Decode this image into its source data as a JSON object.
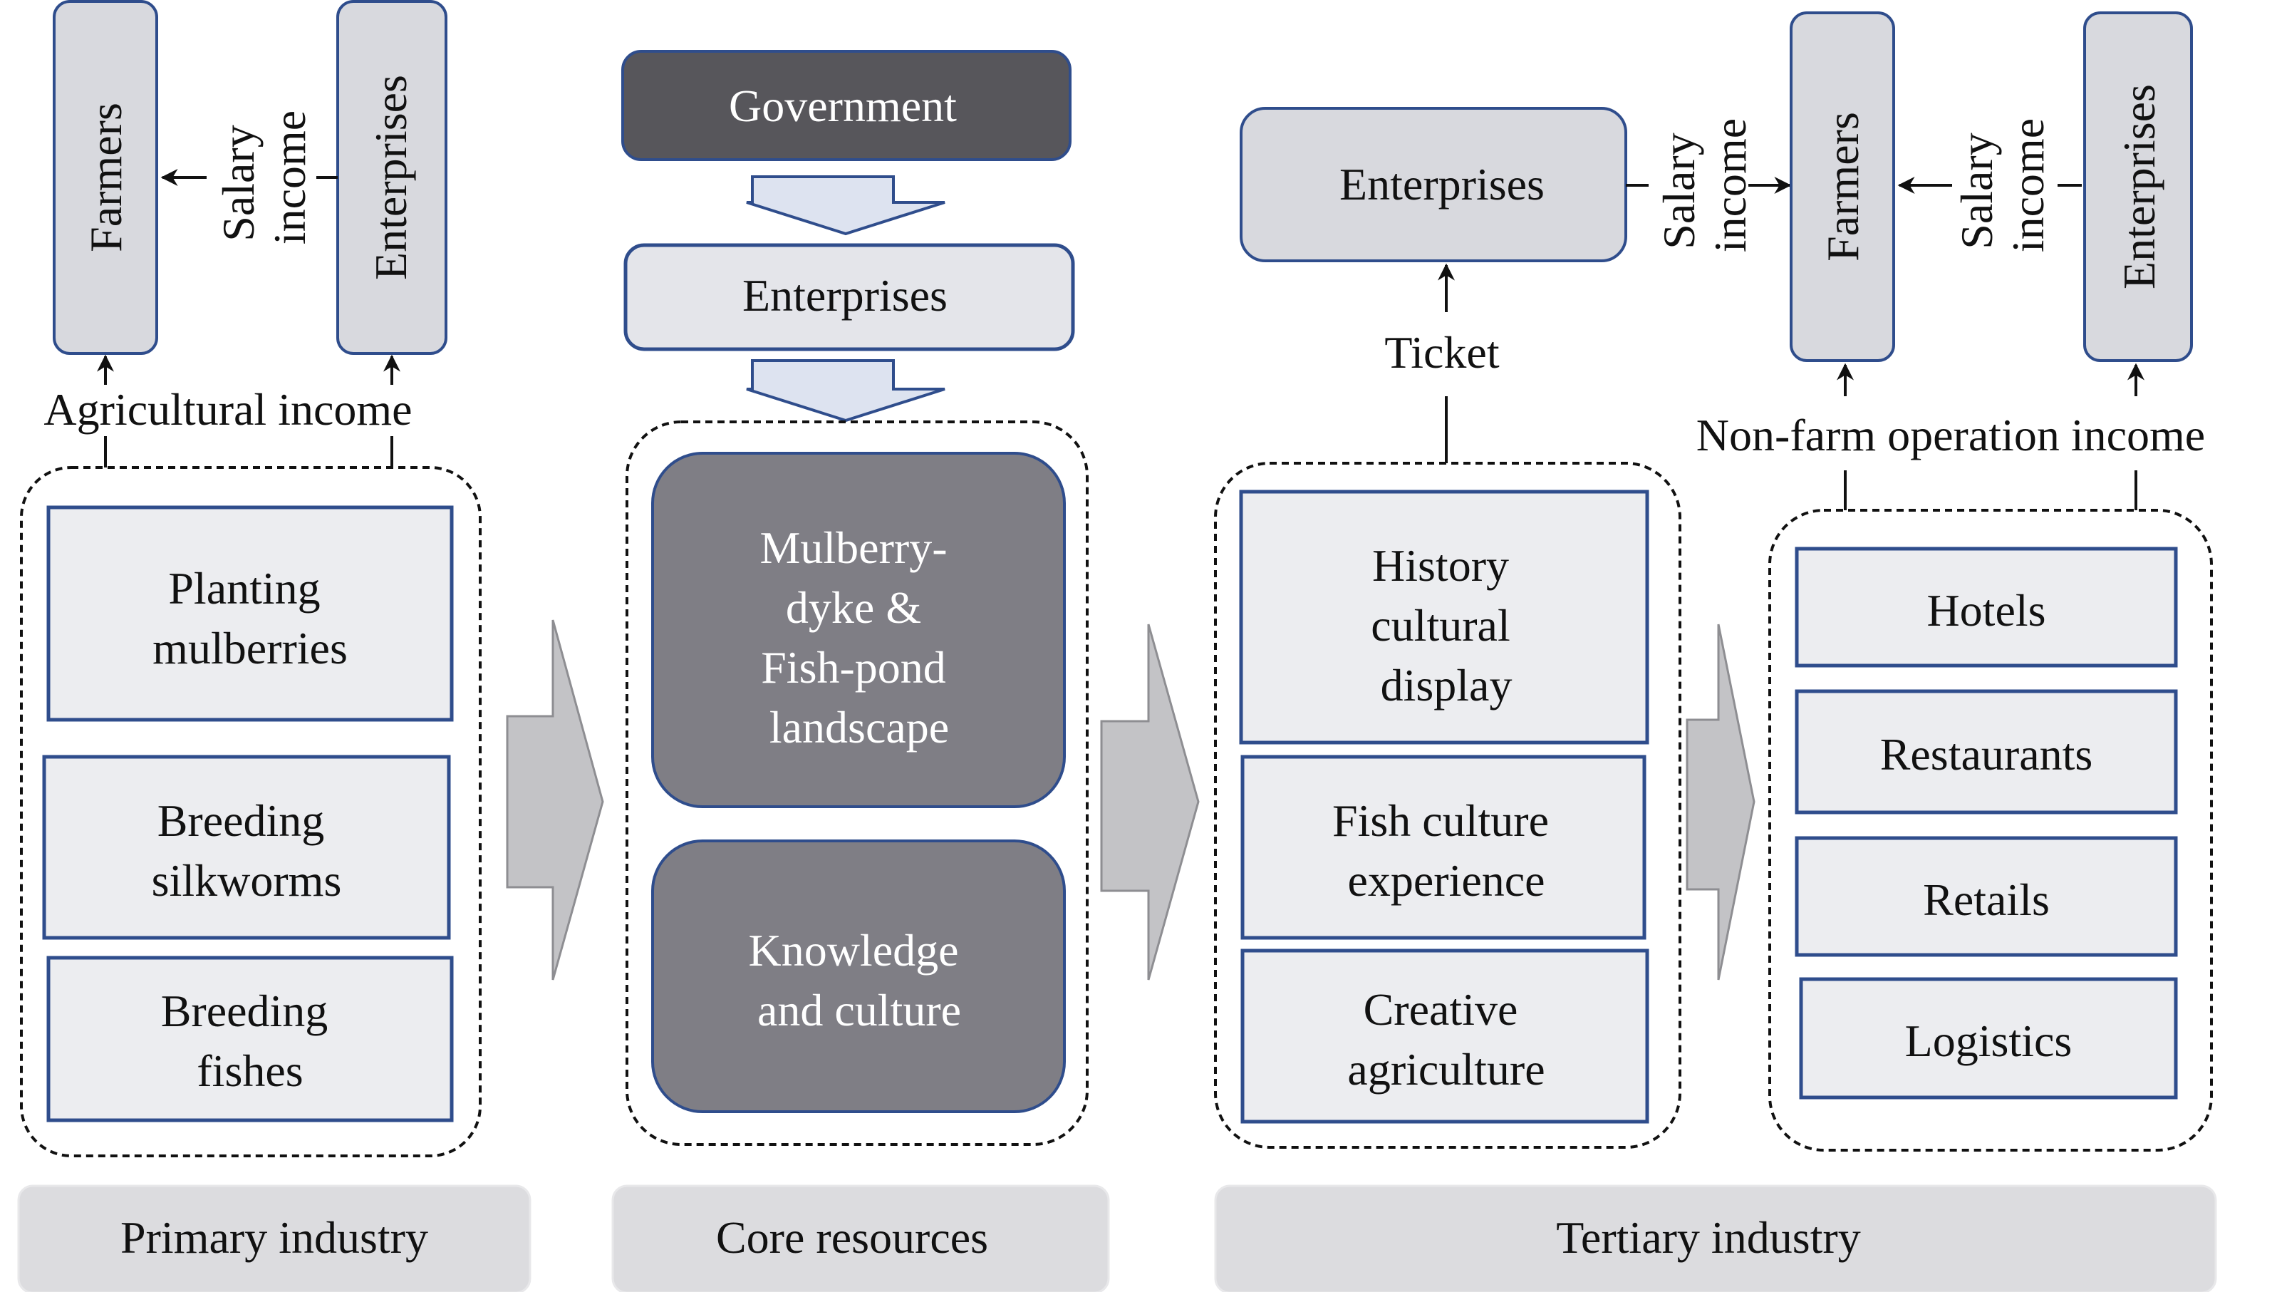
{
  "primary": {
    "farmers": "Farmers",
    "enterprises": "Enterprises",
    "salary_income": [
      "Salary",
      "income"
    ],
    "agricultural_income": "Agricultural income",
    "activities": [
      [
        "Planting",
        "mulberries"
      ],
      [
        "Breeding",
        "silkworms"
      ],
      [
        "Breeding",
        "fishes"
      ]
    ],
    "footer": "Primary industry"
  },
  "core": {
    "government": "Government",
    "enterprises": "Enterprises",
    "resources": [
      [
        "Mulberry-",
        "dyke &",
        "Fish-pond",
        "landscape"
      ],
      [
        "Knowledge",
        "and culture"
      ]
    ],
    "footer": "Core resources"
  },
  "tertiary": {
    "enterprises": "Enterprises",
    "ticket": "Ticket",
    "salary_income_left": [
      "Salary",
      "income"
    ],
    "farmers": "Farmers",
    "salary_income_right": [
      "Salary",
      "income"
    ],
    "enterprises_right": "Enterprises",
    "non_farm_income": "Non-farm operation income",
    "activities": [
      [
        "History",
        "cultural",
        "display"
      ],
      [
        "Fish culture",
        "experience"
      ],
      [
        "Creative",
        "agriculture"
      ]
    ],
    "services": [
      "Hotels",
      "Restaurants",
      "Retails",
      "Logistics"
    ],
    "footer": "Tertiary industry"
  },
  "colors": {
    "box_border": "#2f4d8c",
    "box_fill": "#ecedf0",
    "dark_box": "#7f7e85",
    "government_box": "#57565b",
    "footer_fill": "#dcdcdf"
  }
}
